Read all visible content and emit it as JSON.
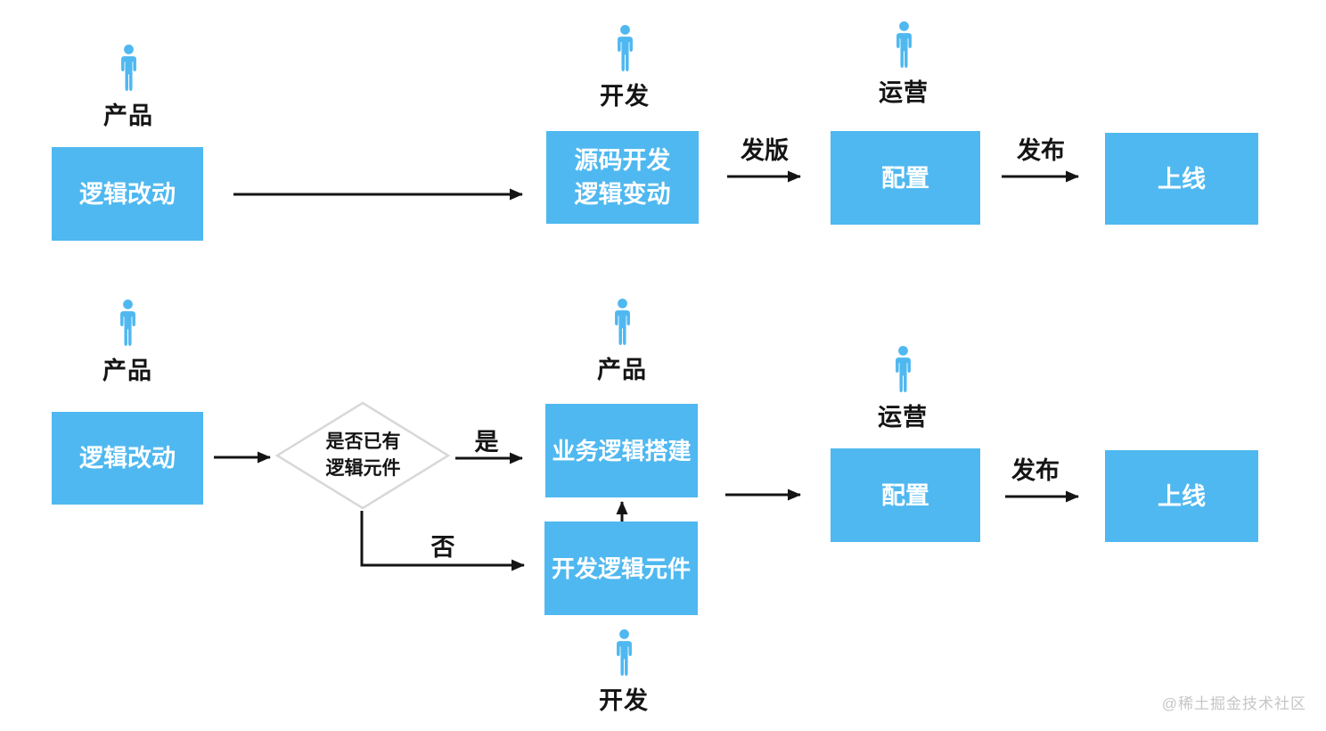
{
  "top_flow": {
    "actors": {
      "product": "产品",
      "dev": "开发",
      "ops": "运营"
    },
    "boxes": {
      "logic_change": "逻辑改动",
      "source_dev_line1": "源码开发",
      "source_dev_line2": "逻辑变动",
      "config": "配置",
      "online": "上线"
    },
    "arrow_labels": {
      "release_version": "发版",
      "publish": "发布"
    }
  },
  "bottom_flow": {
    "actors": {
      "product_left": "产品",
      "product_mid": "产品",
      "ops": "运营",
      "dev": "开发"
    },
    "boxes": {
      "logic_change": "逻辑改动",
      "biz_logic_build": "业务逻辑搭建",
      "dev_logic_component": "开发逻辑元件",
      "config": "配置",
      "online": "上线"
    },
    "diamond": {
      "line1": "是否已有",
      "line2": "逻辑元件"
    },
    "arrow_labels": {
      "yes": "是",
      "no": "否",
      "publish": "发布"
    }
  },
  "watermark": "@稀土掘金技术社区",
  "colors": {
    "node_blue": "#4FB8F0",
    "arrow_black": "#141414",
    "diamond_border": "#d8d8d8",
    "watermark_gray": "#c6c6c6"
  }
}
